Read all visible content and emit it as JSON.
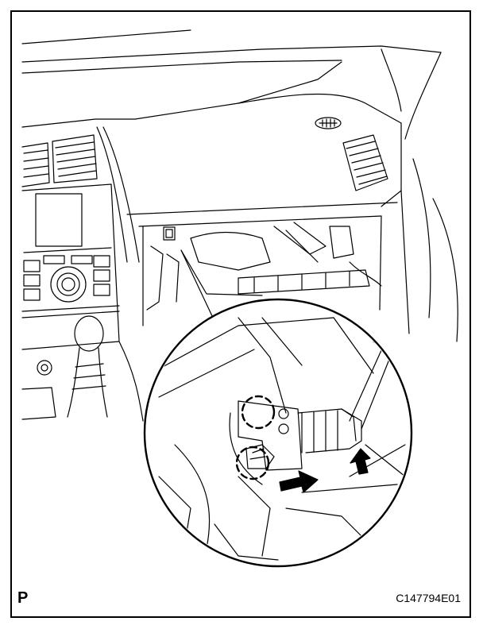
{
  "figure": {
    "view_letter": "P",
    "figure_code": "C147794E01"
  },
  "colors": {
    "line": "#000000",
    "background": "#ffffff"
  },
  "icons": [
    "arrow-icon",
    "arrow-icon",
    "dashed-circle-marker",
    "dashed-circle-marker"
  ]
}
